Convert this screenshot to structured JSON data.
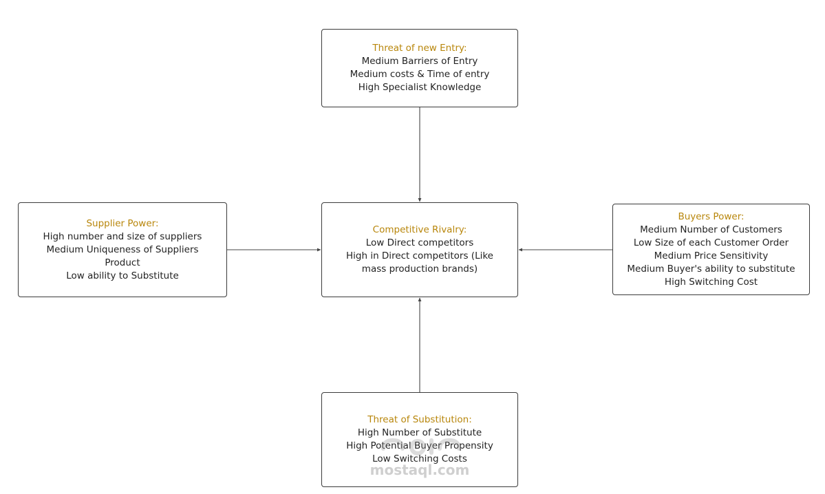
{
  "diagram": {
    "threat_of_new_entry": {
      "title": "Threat of new Entry:",
      "lines": [
        "Medium Barriers of Entry",
        "Medium costs & Time of entry",
        "High Specialist Knowledge"
      ]
    },
    "supplier_power": {
      "title": "Supplier Power:",
      "lines": [
        "High number and size of suppliers",
        "Medium Uniqueness of Suppliers Product",
        "Low ability to Substitute"
      ]
    },
    "competitive_rivalry": {
      "title": "Competitive Rivalry:",
      "lines": [
        "Low Direct competitors",
        "High in Direct competitors (Like mass production brands)"
      ]
    },
    "buyers_power": {
      "title": "Buyers Power:",
      "lines": [
        "Medium Number of Customers",
        "Low Size of each Customer Order",
        "Medium Price Sensitivity",
        "Medium Buyer's ability to substitute",
        "High Switching Cost"
      ]
    },
    "threat_of_substitution": {
      "title": "Threat of Substitution:",
      "lines": [
        "High Number of Substitute",
        "High Potential Buyer Propensity",
        "Low Switching Costs"
      ]
    },
    "colors": {
      "title": "#b8860b",
      "text": "#222222",
      "border": "#3a3a3a",
      "connector": "#444444"
    }
  },
  "watermark": {
    "logo_icon": "mostaql-logo-icon",
    "text": "mostaql.com"
  }
}
